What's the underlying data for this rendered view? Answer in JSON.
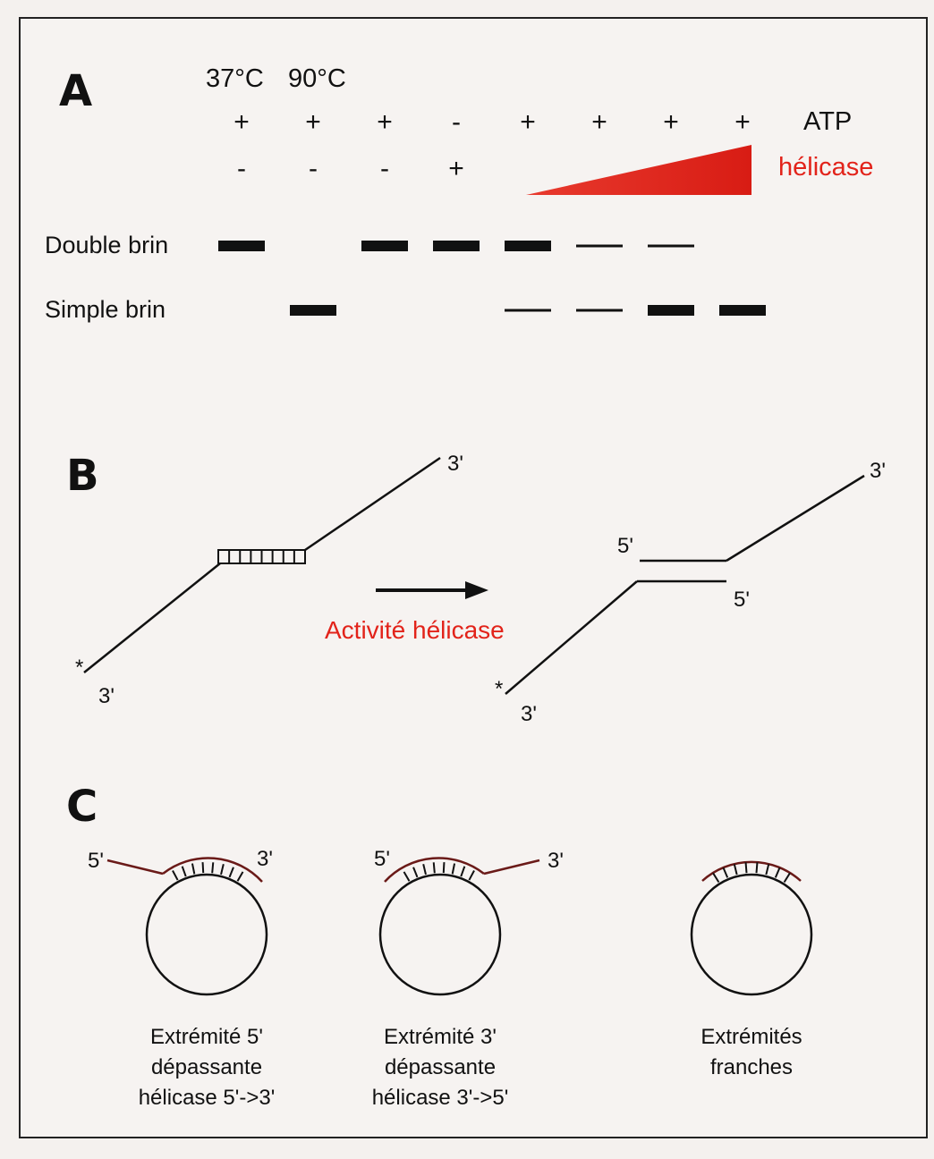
{
  "colors": {
    "ink": "#111111",
    "accent": "#e2231a",
    "paper": "#f4f1ee",
    "frame": "#222222"
  },
  "panel_a": {
    "letter": "A",
    "temp_37": "37°C",
    "temp_90": "90°C",
    "atp_label": "ATP",
    "helicase_label": "hélicase",
    "atp_signs": [
      "+",
      "+",
      "+",
      "-",
      "+",
      "+",
      "+",
      "+"
    ],
    "helicase_signs": [
      "-",
      "-",
      "-",
      "+"
    ],
    "double_label": "Double brin",
    "simple_label": "Simple brin",
    "double_bands": [
      "thick",
      "none",
      "thick",
      "thick",
      "thick",
      "thin",
      "thin",
      "none"
    ],
    "simple_bands": [
      "none",
      "thick",
      "none",
      "none",
      "thin",
      "thin",
      "thick",
      "thick"
    ]
  },
  "panel_b": {
    "letter": "B",
    "activity_label": "Activité hélicase",
    "star": "*",
    "end_3": "3'",
    "end_5": "5'"
  },
  "panel_c": {
    "letter": "C",
    "end_5": "5'",
    "end_3": "3'",
    "captions": [
      [
        "Extrémité 5'",
        "dépassante",
        "hélicase 5'->3'"
      ],
      [
        "Extrémité 3'",
        "dépassante",
        "hélicase 3'->5'"
      ],
      [
        "Extrémités",
        "franches"
      ]
    ]
  }
}
